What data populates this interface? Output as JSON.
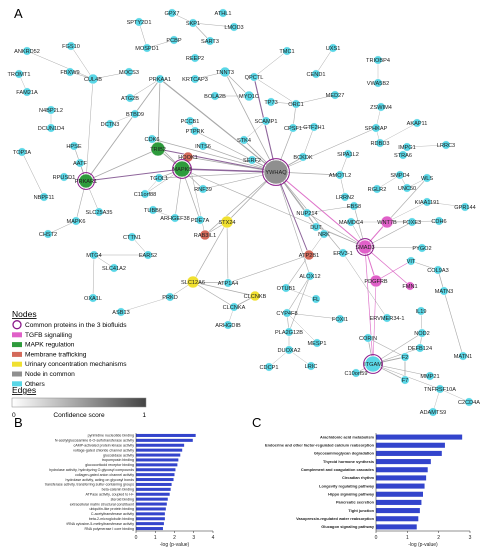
{
  "panels": {
    "a": "A",
    "b": "B",
    "c": "C"
  },
  "network": {
    "colors": {
      "common": "#8b1a8b",
      "tgfb": "#e060c8",
      "mapk": "#2e9b3c",
      "membrane": "#d46a5a",
      "urinary": "#f0e030",
      "common_node": "#8f8f8f",
      "others": "#59d6e6"
    },
    "nodes": [
      {
        "id": "GPX7",
        "t": "o"
      },
      {
        "id": "ATHL1",
        "t": "o"
      },
      {
        "id": "SPTY2D1",
        "t": "o"
      },
      {
        "id": "SKP1",
        "t": "o"
      },
      {
        "id": "LMOD3",
        "t": "o"
      },
      {
        "id": "SART3",
        "t": "o"
      },
      {
        "id": "PCBP",
        "t": "o"
      },
      {
        "id": "ANKRD52",
        "t": "o"
      },
      {
        "id": "FGS10",
        "t": "o"
      },
      {
        "id": "MOSPD1",
        "t": "o"
      },
      {
        "id": "REEP2",
        "t": "o"
      },
      {
        "id": "TROMT1",
        "t": "o"
      },
      {
        "id": "FBXW9",
        "t": "o"
      },
      {
        "id": "CUL4B",
        "t": "o"
      },
      {
        "id": "MOCS3",
        "t": "o"
      },
      {
        "id": "PRKAA1",
        "t": "o"
      },
      {
        "id": "KRTCAP3",
        "t": "o"
      },
      {
        "id": "TNNT3",
        "t": "o"
      },
      {
        "id": "QPCTL",
        "t": "o"
      },
      {
        "id": "TMC1",
        "t": "o"
      },
      {
        "id": "UXS1",
        "t": "o"
      },
      {
        "id": "TRIOBP4",
        "t": "o"
      },
      {
        "id": "FAM21A",
        "t": "o"
      },
      {
        "id": "ATG2B",
        "t": "o"
      },
      {
        "id": "BOLA2B",
        "t": "o"
      },
      {
        "id": "MYO1C",
        "t": "o"
      },
      {
        "id": "CEND1",
        "t": "o"
      },
      {
        "id": "VWA5B2",
        "t": "o"
      },
      {
        "id": "N4BP2L2",
        "t": "o"
      },
      {
        "id": "BTBD9",
        "t": "o"
      },
      {
        "id": "DCTN3",
        "t": "o"
      },
      {
        "id": "PCCB1",
        "t": "o"
      },
      {
        "id": "SCAMP1",
        "t": "o"
      },
      {
        "id": "TP73",
        "t": "o"
      },
      {
        "id": "ORC1",
        "t": "o"
      },
      {
        "id": "MED27",
        "t": "o"
      },
      {
        "id": "ZSWIM4",
        "t": "o"
      },
      {
        "id": "DCUN1D4",
        "t": "o"
      },
      {
        "id": "CDK6",
        "t": "o"
      },
      {
        "id": "PTPRK",
        "t": "o"
      },
      {
        "id": "STK4",
        "t": "o"
      },
      {
        "id": "CPSF1",
        "t": "o"
      },
      {
        "id": "GTF2H1",
        "t": "o"
      },
      {
        "id": "SPHKAP",
        "t": "o"
      },
      {
        "id": "AKAP11",
        "t": "o"
      },
      {
        "id": "TOP3A",
        "t": "o"
      },
      {
        "id": "HPSE",
        "t": "o"
      },
      {
        "id": "TRIB2",
        "t": "m"
      },
      {
        "id": "INTS6",
        "t": "o"
      },
      {
        "id": "HOOK1",
        "t": "b"
      },
      {
        "id": "SERF2",
        "t": "o"
      },
      {
        "id": "RDBD3",
        "t": "o"
      },
      {
        "id": "LRRC3",
        "t": "o"
      },
      {
        "id": "AATF",
        "t": "o"
      },
      {
        "id": "MAPK8",
        "t": "m"
      },
      {
        "id": "NBPF11",
        "t": "o"
      },
      {
        "id": "RPUSD1",
        "t": "o"
      },
      {
        "id": "PRKAR1",
        "t": "m"
      },
      {
        "id": "YWHAQ",
        "t": "c"
      },
      {
        "id": "BCKDK",
        "t": "o"
      },
      {
        "id": "SIPA1L2",
        "t": "o"
      },
      {
        "id": "IMPG1",
        "t": "o"
      },
      {
        "id": "STRA6",
        "t": "o"
      },
      {
        "id": "AMOTL2",
        "t": "o"
      },
      {
        "id": "SMPD4",
        "t": "o"
      },
      {
        "id": "WLS",
        "t": "o"
      },
      {
        "id": "TGOL1",
        "t": "o"
      },
      {
        "id": "C11orf88",
        "t": "o"
      },
      {
        "id": "RNF39",
        "t": "o"
      },
      {
        "id": "RGLR2",
        "t": "o"
      },
      {
        "id": "KIAA1191",
        "t": "o"
      },
      {
        "id": "GPR144",
        "t": "o"
      },
      {
        "id": "SLC25A35",
        "t": "o"
      },
      {
        "id": "TUBB6",
        "t": "o"
      },
      {
        "id": "ARHGEF38",
        "t": "o"
      },
      {
        "id": "PDE7A",
        "t": "o"
      },
      {
        "id": "LRRN2",
        "t": "o"
      },
      {
        "id": "UNC50",
        "t": "o"
      },
      {
        "id": "FOXE3",
        "t": "o"
      },
      {
        "id": "CHST2",
        "t": "o"
      },
      {
        "id": "STX24",
        "t": "u"
      },
      {
        "id": "NUP214",
        "t": "o"
      },
      {
        "id": "EBS8",
        "t": "o"
      },
      {
        "id": "WNT7B",
        "t": "t"
      },
      {
        "id": "CDH6",
        "t": "o"
      },
      {
        "id": "MAPK6",
        "t": "o"
      },
      {
        "id": "CTTN1",
        "t": "o"
      },
      {
        "id": "RAB3IL1",
        "t": "b"
      },
      {
        "id": "DUT",
        "t": "o"
      },
      {
        "id": "MAMDC4",
        "t": "o"
      },
      {
        "id": "PYGO2",
        "t": "o"
      },
      {
        "id": "MTG4",
        "t": "o"
      },
      {
        "id": "EARS2",
        "t": "o"
      },
      {
        "id": "NRK",
        "t": "o"
      },
      {
        "id": "SMAD3",
        "t": "t"
      },
      {
        "id": "SLC41A2",
        "t": "o"
      },
      {
        "id": "ATP2B1",
        "t": "b"
      },
      {
        "id": "ERV3-1",
        "t": "o"
      },
      {
        "id": "COL9A3",
        "t": "o"
      },
      {
        "id": "PDGFRB",
        "t": "t"
      },
      {
        "id": "FMN1",
        "t": "t"
      },
      {
        "id": "OXA1L",
        "t": "o"
      },
      {
        "id": "SLC12A6",
        "t": "u"
      },
      {
        "id": "ATP1A4",
        "t": "o"
      },
      {
        "id": "ALOX12",
        "t": "o"
      },
      {
        "id": "VIT",
        "t": "o"
      },
      {
        "id": "MATN3",
        "t": "o"
      },
      {
        "id": "ASB13",
        "t": "o"
      },
      {
        "id": "PRKD",
        "t": "o"
      },
      {
        "id": "CLCNKB",
        "t": "u"
      },
      {
        "id": "OTUB1",
        "t": "o"
      },
      {
        "id": "FL",
        "t": "o"
      },
      {
        "id": "CLCNKA",
        "t": "o"
      },
      {
        "id": "IL19",
        "t": "o"
      },
      {
        "id": "ARHGDIB",
        "t": "o"
      },
      {
        "id": "CYP4F8",
        "t": "o"
      },
      {
        "id": "FOXI1",
        "t": "o"
      },
      {
        "id": "ERVMER34-1",
        "t": "o"
      },
      {
        "id": "NOD2",
        "t": "o"
      },
      {
        "id": "PLA2G12B",
        "t": "o"
      },
      {
        "id": "MESP1",
        "t": "o"
      },
      {
        "id": "CORIN",
        "t": "o"
      },
      {
        "id": "DEFB124",
        "t": "o"
      },
      {
        "id": "MATN1",
        "t": "o"
      },
      {
        "id": "DUOXA2",
        "t": "o"
      },
      {
        "id": "ITGAM",
        "t": "o"
      },
      {
        "id": "F2",
        "t": "o"
      },
      {
        "id": "CDCP1",
        "t": "o"
      },
      {
        "id": "LRIC",
        "t": "o"
      },
      {
        "id": "C10orf59",
        "t": "o"
      },
      {
        "id": "F7",
        "t": "o"
      },
      {
        "id": "MMP21",
        "t": "o"
      },
      {
        "id": "TNFRSF10A",
        "t": "o"
      },
      {
        "id": "C2CD4A",
        "t": "o"
      },
      {
        "id": "ADAMTS9",
        "t": "o"
      }
    ]
  },
  "legend": {
    "nodes_heading": "Nodes",
    "items": [
      {
        "label": "Common proteins in the 3 biofluids",
        "kind": "ring",
        "color": "#8b1a8b"
      },
      {
        "label": "TGFB signalling",
        "kind": "swatch",
        "color": "#e060c8"
      },
      {
        "label": "MAPK regulation",
        "kind": "swatch",
        "color": "#2e9b3c"
      },
      {
        "label": "Membrane trafficking",
        "kind": "swatch",
        "color": "#d46a5a"
      },
      {
        "label": "Urinary concentration mechanisms",
        "kind": "swatch",
        "color": "#f0e030"
      },
      {
        "label": "Node in common",
        "kind": "swatch",
        "color": "#8f8f8f"
      },
      {
        "label": "Others",
        "kind": "swatch",
        "color": "#59d6e6"
      }
    ],
    "edges_heading": "Edges",
    "confidence_label": "Confidence score"
  },
  "chart_data": [
    {
      "type": "bar",
      "orientation": "horizontal",
      "panel": "B",
      "categories": [
        "pyrimidine nucleotide binding",
        "N-acetylglucosamine 6-O-sulfotransferase activity",
        "cAMP-activated protein kinase activity",
        "voltage-gated chloride channel activity",
        "glucosidase activity",
        "tropomyosin binding",
        "glucocorticoid receptor binding",
        "hydrolase activity, hydrolyzing O-glycosyl compounds",
        "collagen-gated anion channel activity",
        "hydrolase activity, acting on glycosyl bonds",
        "transferase activity, transferring sulfur-containing groups",
        "beta-catenin binding",
        "ATPase activity, coupled to H+",
        "steroid binding",
        "extracellular matrix structural constituent",
        "ubiquitin-like protein binding",
        "C-acetyltransferase activity",
        "beta-2-microglobulin binding",
        "tRNA cytosine-5-methyltransferase activity",
        "RNA polymerase I core binding"
      ],
      "values": [
        3.1,
        2.95,
        2.5,
        2.4,
        2.3,
        2.2,
        2.15,
        2.05,
        2.0,
        1.95,
        1.85,
        1.8,
        1.75,
        1.65,
        1.6,
        1.55,
        1.5,
        1.5,
        1.45,
        1.4
      ],
      "xlabel": "-log (p-value)",
      "xlim": [
        0,
        4
      ],
      "xticks": [
        "0",
        "1",
        "2",
        "3",
        "4"
      ],
      "color": "#3344cc"
    },
    {
      "type": "bar",
      "orientation": "horizontal",
      "panel": "C",
      "categories": [
        "Arachidonic acid metabolism",
        "Endocrine and other factor-regulated calcium reabsorption",
        "Glycosaminoglycan degradation",
        "Thyroid hormone synthesis",
        "Complement and coagulation cascades",
        "Circadian rhythm",
        "Longevity regulating pathway",
        "Hippo signaling pathway",
        "Pancreatic secretion",
        "Tight junction",
        "Vasopressin-regulated water reabsorption",
        "Glucagon signaling pathway"
      ],
      "values": [
        2.75,
        2.2,
        2.1,
        1.75,
        1.65,
        1.6,
        1.55,
        1.5,
        1.45,
        1.4,
        1.35,
        1.3
      ],
      "xlabel": "-log (p-value)",
      "xlim": [
        0,
        3
      ],
      "xticks": [
        "0",
        "1",
        "2",
        "3"
      ],
      "color": "#3344cc"
    }
  ]
}
